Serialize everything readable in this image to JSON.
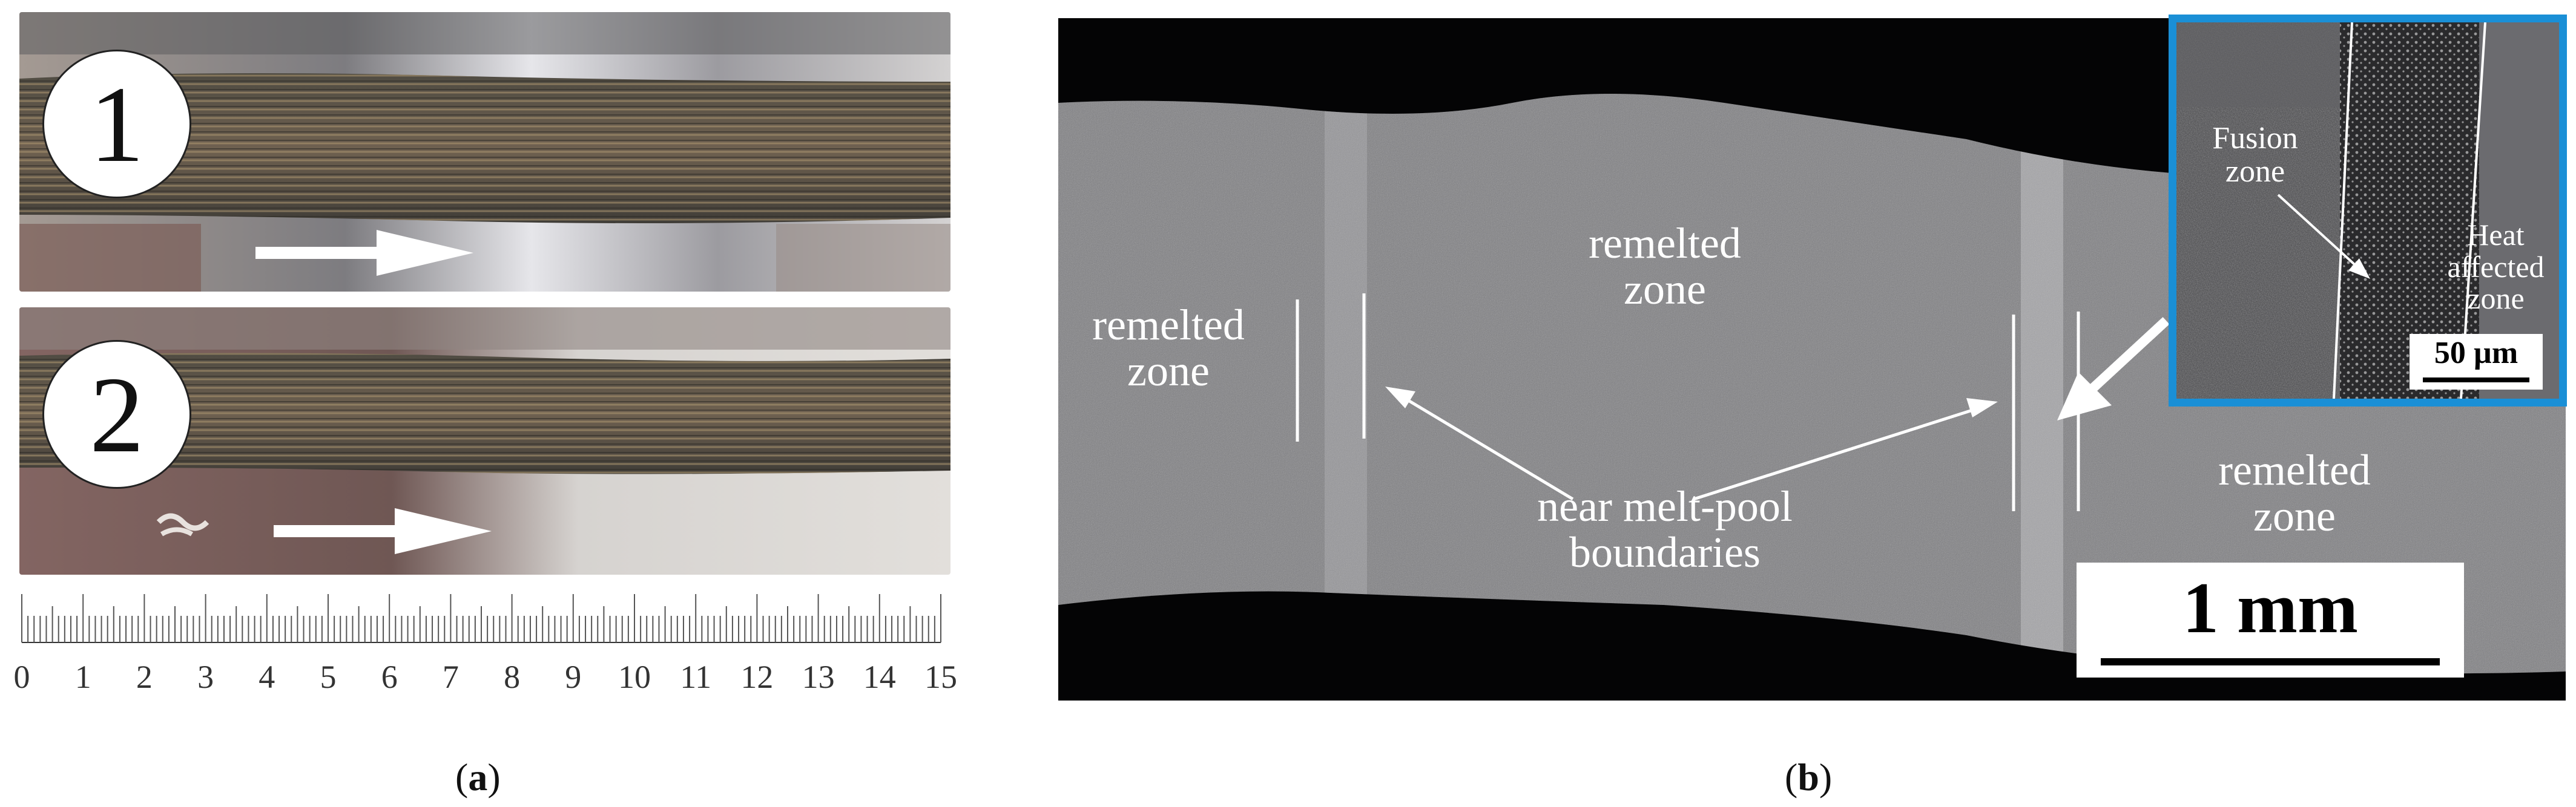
{
  "panel_a": {
    "sample_1_label": "1",
    "sample_2_label": "2",
    "ruler_numbers": [
      "0",
      "1",
      "2",
      "3",
      "4",
      "5",
      "6",
      "7",
      "8",
      "9",
      "10",
      "11",
      "12",
      "13",
      "14",
      "15"
    ],
    "caption": "(a)",
    "caption_letter": "a"
  },
  "panel_b": {
    "remelted_left": "remelted\nzone",
    "remelted_center": "remelted\nzone",
    "remelted_right": "remelted\nzone",
    "boundaries": "near melt-pool\nboundaries",
    "scale_bar": "1 mm",
    "inset": {
      "fusion_zone": "Fusion\nzone",
      "heat_affected": "Heat\naffected\nzone",
      "scale_bar": "50 µm",
      "border_color": "#1a8fd6"
    },
    "caption": "(b)",
    "caption_letter": "b"
  }
}
